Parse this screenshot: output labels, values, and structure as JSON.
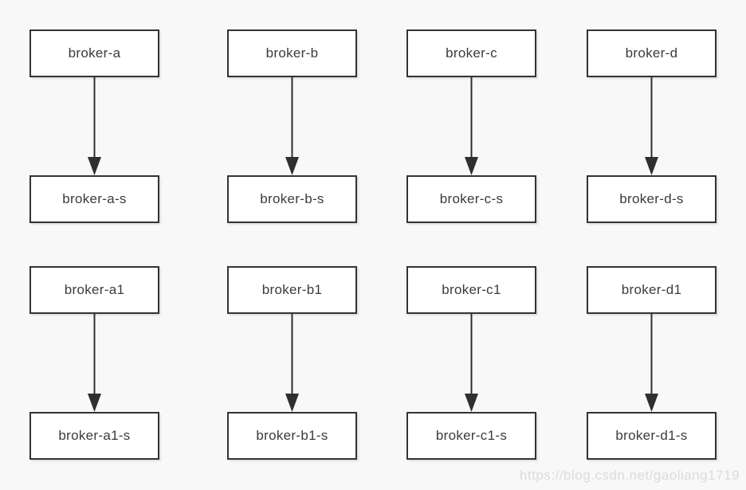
{
  "page": {
    "background_color": "#f8f8f8"
  },
  "diagram": {
    "type": "master-slave-broker-topology",
    "box_fill": "#ffffff",
    "box_border_color": "#333333",
    "text_color": "#3b3b3b",
    "arrow_color": "#2f2f2f",
    "groups": [
      {
        "pairs": [
          {
            "master": "broker-a",
            "slave": "broker-a-s"
          },
          {
            "master": "broker-b",
            "slave": "broker-b-s"
          },
          {
            "master": "broker-c",
            "slave": "broker-c-s"
          },
          {
            "master": "broker-d",
            "slave": "broker-d-s"
          }
        ]
      },
      {
        "pairs": [
          {
            "master": "broker-a1",
            "slave": "broker-a1-s"
          },
          {
            "master": "broker-b1",
            "slave": "broker-b1-s"
          },
          {
            "master": "broker-c1",
            "slave": "broker-c1-s"
          },
          {
            "master": "broker-d1",
            "slave": "broker-d1-s"
          }
        ]
      }
    ]
  },
  "watermark": {
    "text": "https://blog.csdn.net/gaoliang1719",
    "color": "#dbdbde"
  }
}
